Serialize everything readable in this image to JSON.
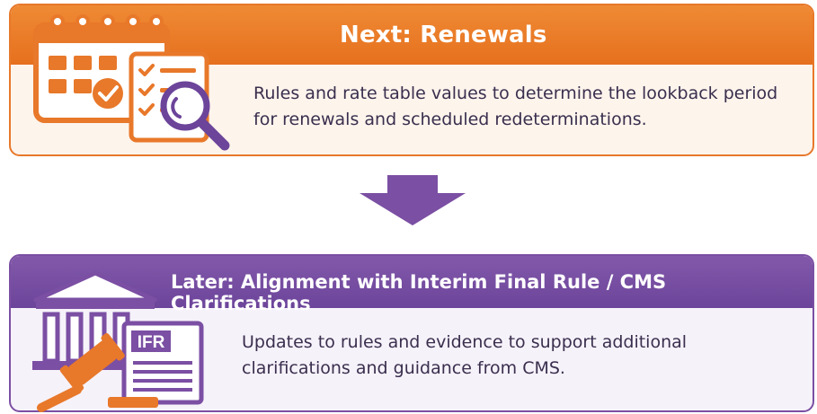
{
  "next": {
    "title": "Next: Renewals",
    "description_line1": "Rules and rate table values to determine the lookback period",
    "description_line2": "for renewals and scheduled redeterminations.",
    "icon": "calendar-checklist-magnifier-icon",
    "color": "#e8782a"
  },
  "flow": {
    "icon": "down-arrow-icon",
    "color": "#7b4fa3"
  },
  "later": {
    "title": "Later: Alignment with Interim Final Rule / CMS Clarifications",
    "description_line1": "Updates to rules and evidence to support additional",
    "description_line2": "clarifications and guidance from CMS.",
    "icon": "government-building-gavel-icon",
    "document_label": "IFR",
    "color": "#7b4fa3"
  }
}
